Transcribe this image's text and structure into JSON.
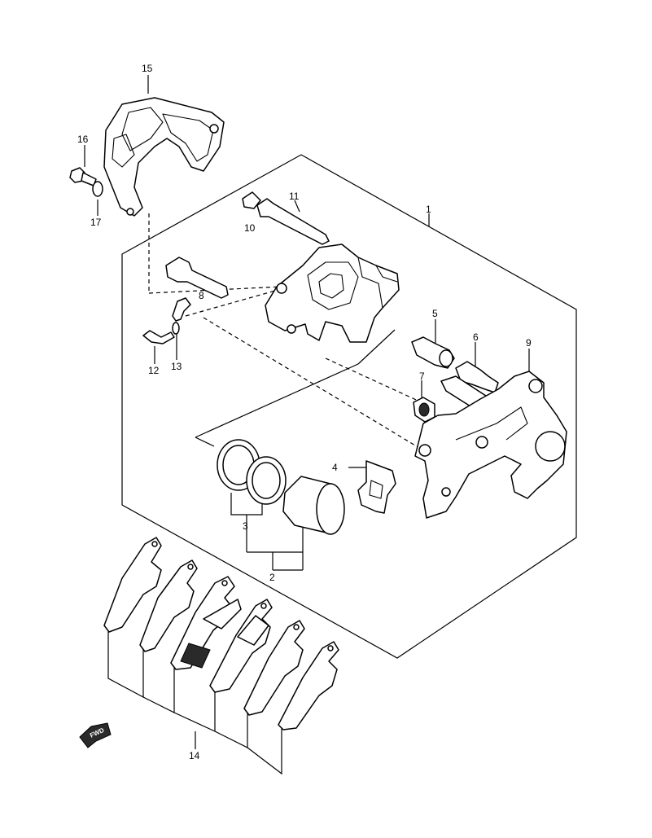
{
  "labels": {
    "p1": "1",
    "p2": "2",
    "p3": "3",
    "p4": "4",
    "p5": "5",
    "p6": "6",
    "p7": "7",
    "p8": "8",
    "p9": "9",
    "p10": "10",
    "p11": "11",
    "p12": "12",
    "p13": "13",
    "p14": "14",
    "p15": "15",
    "p16": "16",
    "p17": "17"
  },
  "fwd": {
    "text": "FWD"
  }
}
